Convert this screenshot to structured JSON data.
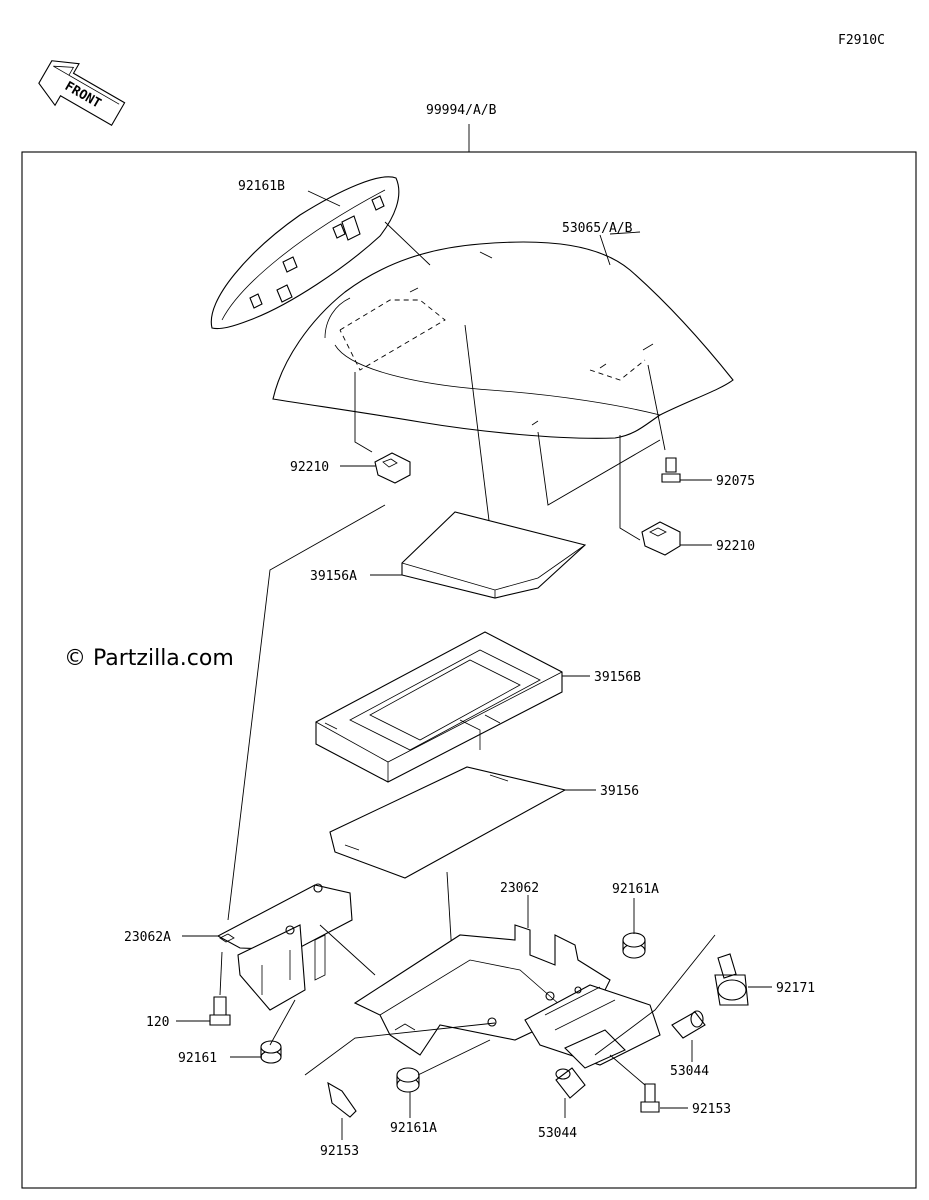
{
  "figure_code": "F2910C",
  "front_arrow_label": "FRONT",
  "watermark": "© Partzilla.com",
  "parts": {
    "assembly": "99994/A/B",
    "cowl_cover": "92161B",
    "seat_cowl": "53065/A/B",
    "clip_left": "92210",
    "screw_top": "92075",
    "clip_right": "92210",
    "pad_a": "39156A",
    "pad_b": "39156B",
    "pad_sheet": "39156",
    "bracket_left": "23062A",
    "bracket_main": "23062",
    "damper_top": "92161A",
    "band": "92171",
    "bolt_left": "120",
    "damper_left": "92161",
    "grommet_right": "53044",
    "screw_bottom_left": "92153",
    "damper_bottom": "92161A",
    "grommet_bottom": "53044",
    "screw_bottom_right": "92153"
  }
}
